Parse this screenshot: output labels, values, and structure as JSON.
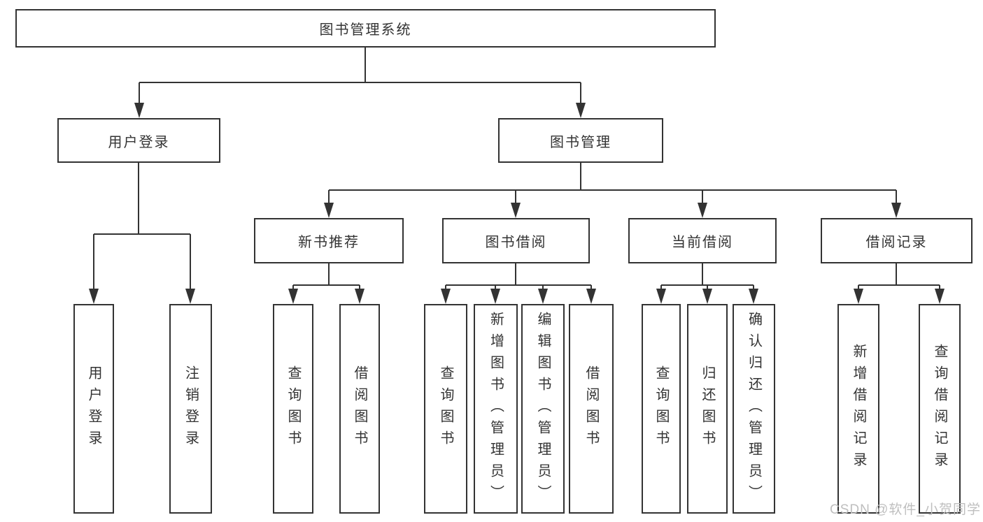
{
  "diagram_type": "hierarchy-tree",
  "colors": {
    "line": "#333333",
    "box_border": "#333333",
    "box_background": "#ffffff",
    "text": "#333333",
    "watermark": "#bfbfbf"
  },
  "tree": {
    "label": "图书管理系统",
    "children": [
      {
        "label": "用户登录",
        "children": [
          {
            "label": "用户登录"
          },
          {
            "label": "注销登录"
          }
        ]
      },
      {
        "label": "图书管理",
        "children": [
          {
            "label": "新书推荐",
            "children": [
              {
                "label": "查询图书"
              },
              {
                "label": "借阅图书"
              }
            ]
          },
          {
            "label": "图书借阅",
            "children": [
              {
                "label": "查询图书"
              },
              {
                "label": "新增图书（管理员）"
              },
              {
                "label": "编辑图书（管理员）"
              },
              {
                "label": "借阅图书"
              }
            ]
          },
          {
            "label": "当前借阅",
            "children": [
              {
                "label": "查询图书"
              },
              {
                "label": "归还图书"
              },
              {
                "label": "确认归还（管理员）"
              }
            ]
          },
          {
            "label": "借阅记录",
            "children": [
              {
                "label": "新增借阅记录"
              },
              {
                "label": "查询借阅记录"
              }
            ]
          }
        ]
      }
    ]
  },
  "watermark": {
    "text": "CSDN @软件_小贺同学"
  }
}
